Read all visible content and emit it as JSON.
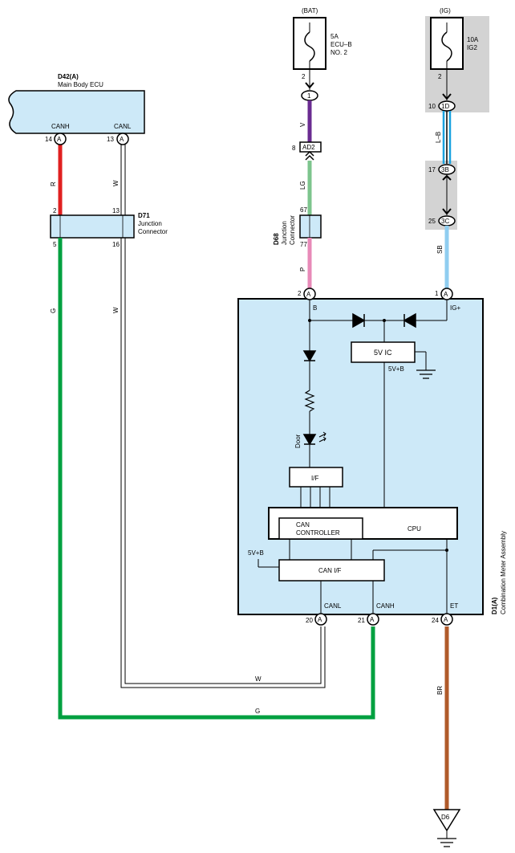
{
  "fuse_bat": {
    "supply": "(BAT)",
    "rating": "5A",
    "name1": "ECU–B",
    "name2": "NO. 2",
    "pin": "2"
  },
  "fuse_ig": {
    "supply": "(IG)",
    "rating": "10A",
    "name1": "IG2",
    "pin": "2"
  },
  "ecu": {
    "code": "D42(A)",
    "name": "Main Body ECU",
    "canh": "CANH",
    "canl": "CANL",
    "pin_canh": "14",
    "pin_canl": "13",
    "conn": "A"
  },
  "d71": {
    "code": "D71",
    "name1": "Junction",
    "name2": "Connector",
    "pin_tl": "2",
    "pin_tr": "13",
    "pin_bl": "5",
    "pin_br": "16"
  },
  "d68": {
    "code": "D68",
    "name1": "Junction",
    "name2": "Connector",
    "pin_top": "67",
    "pin_bot": "77"
  },
  "conn_bat": {
    "pin": "8",
    "label": "AD2",
    "circle": "1"
  },
  "conn_ig": {
    "pin1": "10",
    "label1": "1D",
    "pin2": "17",
    "label2": "3B",
    "pin3": "25",
    "label3": "3C"
  },
  "meter": {
    "code": "D1(A)",
    "name": "Combination Meter Assembly",
    "pin_b": "2",
    "pin_ig": "1",
    "pin_canl": "20",
    "pin_canh": "21",
    "pin_et": "24",
    "conn": "A",
    "b_label": "B",
    "ig_label": "IG+",
    "ic_label": "5V IC",
    "vb_label": "5V+B",
    "vb_label2": "5V+B",
    "door_label": "Door",
    "if_label": "I/F",
    "cpu_label": "CPU",
    "can_ctrl1": "CAN",
    "can_ctrl2": "CONTROLLER",
    "canif_label": "CAN I/F",
    "canl_label": "CANL",
    "canh_label": "CANH",
    "et_label": "ET"
  },
  "wires": {
    "r": "R",
    "w1": "W",
    "w2": "W",
    "w3": "W",
    "g1": "G",
    "g2": "G",
    "v": "V",
    "lg": "LG",
    "p": "P",
    "lb": "L–B",
    "sb": "SB",
    "br": "BR"
  },
  "ground": {
    "label": "D6"
  },
  "colors": {
    "red": "#e02020",
    "green": "#00a040",
    "violet": "#6a2c91",
    "light_green": "#7dc48d",
    "pink": "#e88ab8",
    "light_blue": "#8fcdf0",
    "blue": "#1aa3e0",
    "brown": "#b05a2a",
    "box_fill": "#cde9f8",
    "gray_bg": "#d3d3d3"
  }
}
